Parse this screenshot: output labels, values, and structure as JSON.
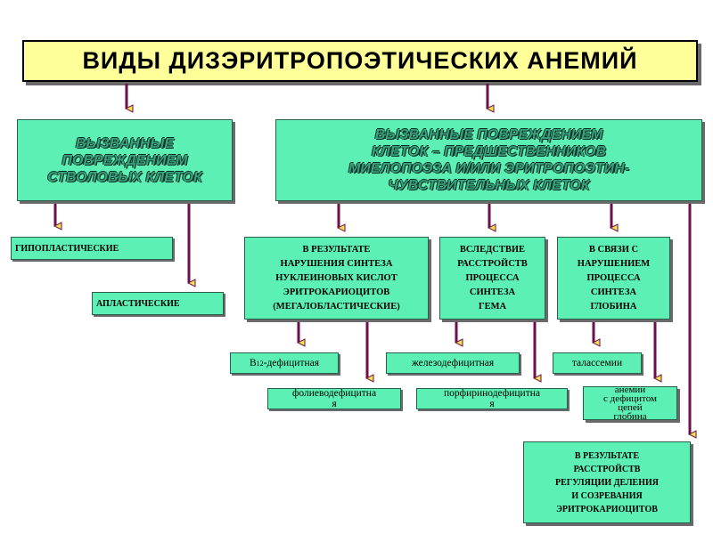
{
  "title": "ВИДЫ  ДИЗЭРИТРОПОЭТИЧЕСКИХ  АНЕМИЙ",
  "left_category": "ВЫЗВАННЫЕ\nПОВРЕЖДЕНИЕМ\nСТВОЛОВЫХ КЛЕТОК",
  "right_category": "ВЫЗВАННЫЕ    ПОВРЕЖДЕНИЕМ\nКЛЕТОК  –  ПРЕДШЕСТВЕННИКОВ\nМИЕЛОПОЭЗА     И/ИЛИ     ЭРИТРОПОЭТИН-\nЧУВСТВИТЕЛЬНЫХ    КЛЕТОК",
  "hypoplastic": "ГИПОПЛАСТИЧЕСКИЕ",
  "aplastic": "АПЛАСТИЧЕСКИЕ",
  "nucleic": "В  РЕЗУЛЬТАТЕ\nНАРУШЕНИЯ  СИНТЕЗА\nНУКЛЕИНОВЫХ  КИСЛОТ\nЭРИТРОКАРИОЦИТОВ\n(МЕГАЛОБЛАСТИЧЕСКИЕ)",
  "heme": "ВСЛЕДСТВИЕ\nРАССТРОЙСТВ\nПРОЦЕССА\nСИНТЕЗА\nГЕМА",
  "globin": "В  СВЯЗИ  С\nНАРУШЕНИЕМ\nПРОЦЕССА\nСИНТЕЗА\nГЛОБИНА",
  "division": "В  РЕЗУЛЬТАТЕ\nРАССТРОЙСТВ\nРЕГУЛЯЦИИ ДЕЛЕНИЯ\nИ  СОЗРЕВАНИЯ\nЭРИТРОКАРИОЦИТОВ",
  "b12_prefix": "В",
  "b12_sub": "12",
  "b12_suffix": "-дефицитная",
  "folate": "фолиеводефицитна\nя",
  "iron": "железодефицитная",
  "porphyrin": "порфиринодефицитна\nя",
  "thalassemia": "талассемии",
  "globin_deficit": "анемии\nс дефицитом\nцепей\nглобина",
  "colors": {
    "box_fill": "#5cf0b4",
    "title_fill": "#ffff99",
    "arrow": "#6b0f4e"
  }
}
